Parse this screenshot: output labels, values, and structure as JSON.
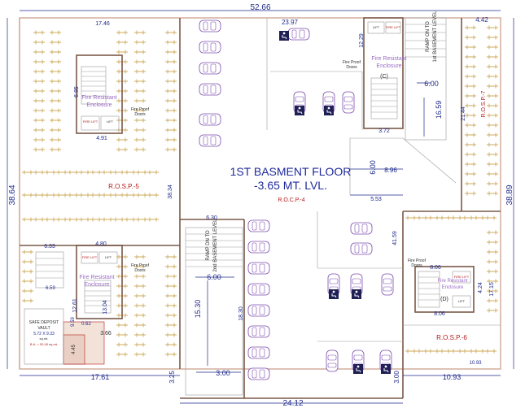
{
  "title": {
    "line1": "1ST BASMENT FLOOR",
    "line2": "-3.65 MT. LVL."
  },
  "dims": {
    "top_total": "52.66",
    "left_total": "38.64",
    "right_total": "38.89",
    "bottom_total": "24.12",
    "top_left": "17.46",
    "top_mid": "23.97",
    "top_right": "4.42",
    "bottom_left": "17.61",
    "bottom_right": "10.93",
    "d_12_29": "12.29",
    "d_6_00_right": "6.00",
    "d_16_59": "16.59",
    "d_21_44": "21.44",
    "d_3_72": "3.72",
    "d_6_00_center": "6.00",
    "d_8_96": "8.96",
    "d_5_53": "5.53",
    "d_6_85": "6.85",
    "d_4_91": "4.91",
    "d_38_34": "38.34",
    "d_6_30": "6.30",
    "d_6_33": "6.33",
    "d_4_80": "4.80",
    "d_6_00_ramp": "6.00",
    "d_15_30": "15.30",
    "d_18_30": "18.30",
    "d_41_59": "41.59",
    "d_8_06_top": "8.06",
    "d_4_24": "4.24",
    "d_17_15": "17.15",
    "d_8_06_bot": "8.06",
    "d_6_59": "6.59",
    "d_12_61": "12.61",
    "d_13_04": "13.04",
    "d_9_59": "9.59",
    "d_0_62": "0.62",
    "d_3_66": "3.66",
    "d_4_45": "4.45",
    "d_3_00_left": "3.00",
    "d_3_25": "3.25",
    "d_3_00_right": "3.00",
    "d_10_93_small": "10.93"
  },
  "labels": {
    "rosp5": "R.O.S.P.-5",
    "rosp6": "R.O.S.P.-6",
    "rosp7": "R.O.S.P.-7",
    "rocp4": "R.O.C.P.-4",
    "ramp_up_1": "RAMP ON TO",
    "ramp_up_2": "1st BASEMENT LEVEL",
    "ramp_dn_1": "RAMP DN TO",
    "ramp_dn_2": "2nd BASEMENT LEVEL",
    "fire_resist_1": "Fire Resistant",
    "fire_resist_2": "Enclosure",
    "fire_doors_1": "Fire Proof",
    "fire_doors_2": "Doors",
    "lift": "LIFT",
    "fire_lift": "FIRE LIFT",
    "vault_1": "SAFE DEPOSIT",
    "vault_2": "VAULT",
    "vault_3": "5.72 X 9.33",
    "vault_4": "sq.mt.",
    "vault_5": "B.A. = 53.40 sq.mt.",
    "mark_c": "(C)",
    "mark_d": "(D)"
  },
  "colors": {
    "dimension": "#1f2a8a",
    "label_red": "#b11a1a",
    "fire_violet": "#9a6bc4",
    "car_purple": "#7d4fb0",
    "wall": "#7a5848"
  }
}
